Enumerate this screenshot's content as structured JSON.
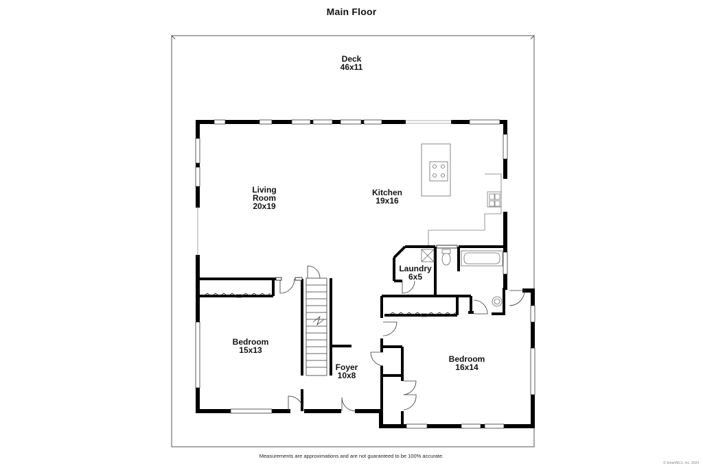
{
  "title": "Main Floor",
  "rooms": [
    {
      "name": "Deck",
      "dims": "46x11"
    },
    {
      "name": "Living Room",
      "name1": "Living",
      "name2": "Room",
      "dims": "20x19"
    },
    {
      "name": "Kitchen",
      "dims": "19x16"
    },
    {
      "name": "Laundry",
      "dims": "6x5"
    },
    {
      "name": "Bedroom",
      "dims": "15x13"
    },
    {
      "name": "Foyer",
      "dims": "10x8"
    },
    {
      "name": "Bedroom",
      "dims": "16x14"
    }
  ],
  "disclaimer": "Measurements are approximations and are not guaranteed to be 100% accurate.",
  "copyright": "© SmartMLS, Inc. 2024"
}
